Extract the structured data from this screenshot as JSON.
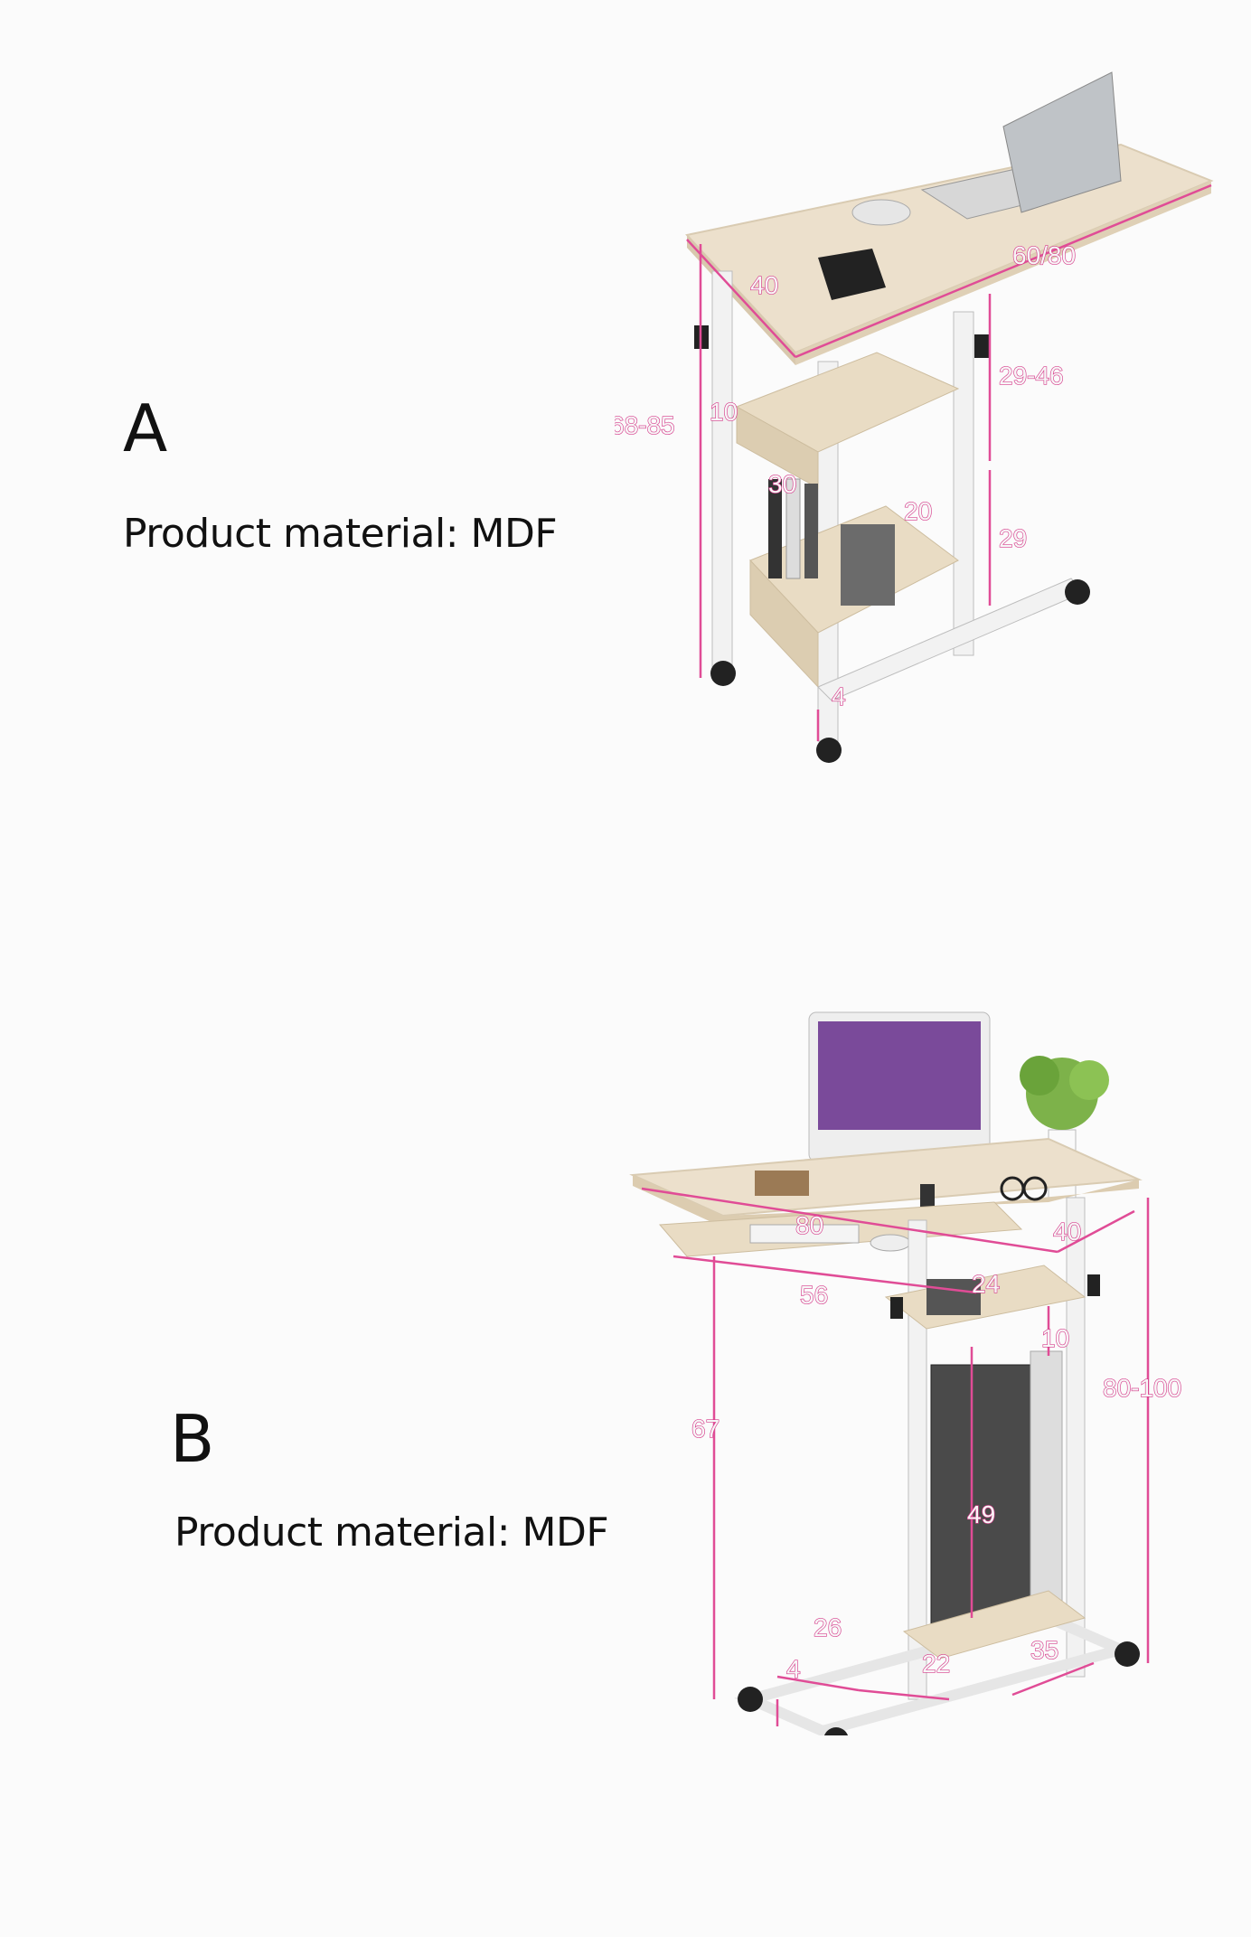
{
  "products": [
    {
      "id_label": "A",
      "material": "Product material: MDF",
      "dimensions": {
        "width": "60/80",
        "depth": "40",
        "height": "68-85",
        "upper_gap": "29-46",
        "lower_gap": "29",
        "shelf_depth": "30",
        "shelf_width": "20",
        "shelf_height": "10",
        "clearance": "4"
      }
    },
    {
      "id_label": "B",
      "material": "Product material: MDF",
      "dimensions": {
        "width": "80",
        "depth": "40",
        "keyboard_width": "56",
        "keyboard_depth": "24",
        "shelf_height": "10",
        "height": "80-100",
        "leg_height": "67",
        "cpu_height": "49",
        "base_depth": "26",
        "base_width": "22",
        "wheel_height": "4",
        "base_side": "35"
      }
    }
  ],
  "colors": {
    "dimension_pink": "#e04c96",
    "wood": "#ece0cc",
    "frame": "#f2f2f2",
    "caster": "#222222"
  }
}
